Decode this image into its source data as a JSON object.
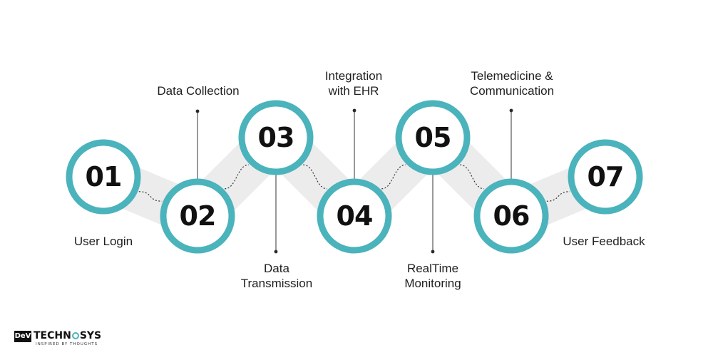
{
  "colors": {
    "ring": "#4ab3bc",
    "connector": "#ececec",
    "text": "#1f1f1f",
    "dots": "#333333"
  },
  "steps": [
    {
      "number": "01",
      "label": "User Login"
    },
    {
      "number": "02",
      "label": "Data Collection"
    },
    {
      "number": "03",
      "label": "Data\nTransmission"
    },
    {
      "number": "04",
      "label": "Integration\nwith EHR"
    },
    {
      "number": "05",
      "label": "RealTime\nMonitoring"
    },
    {
      "number": "06",
      "label": "Telemedicine &\nCommunication"
    },
    {
      "number": "07",
      "label": "User Feedback"
    }
  ],
  "logo": {
    "badge": "DeV",
    "word_prefix": "TECHN",
    "word_suffix": "SYS",
    "tagline": "INSPIRED BY THOUGHTS"
  }
}
